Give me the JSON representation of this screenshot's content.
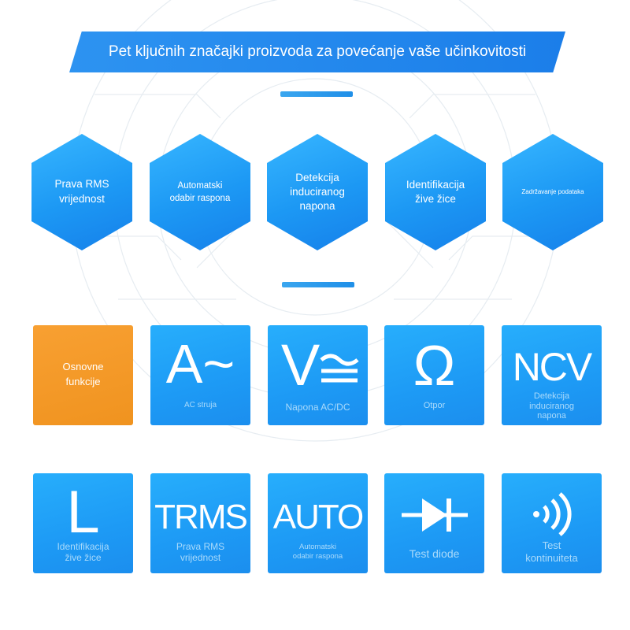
{
  "banner": {
    "title": "Pet ključnih značajki proizvoda za povećanje vaše učinkovitosti"
  },
  "features": [
    {
      "line1": "Prava RMS",
      "line2": "vrijednost",
      "line3": ""
    },
    {
      "line1": "Automatski",
      "line2": "odabir raspona",
      "line3": ""
    },
    {
      "line1": "Detekcija",
      "line2": "induciranog",
      "line3": "napona"
    },
    {
      "line1": "Identifikacija",
      "line2": "žive žice",
      "line3": ""
    },
    {
      "line1": "Zadržavanje podataka",
      "line2": "",
      "line3": ""
    }
  ],
  "functions": {
    "heading": {
      "line1": "Osnovne",
      "line2": "funkcije"
    },
    "row1": [
      {
        "symbol": "A~",
        "label": "AC struja",
        "icon": "ac-current-symbol"
      },
      {
        "symbol": "V",
        "label": "Napona AC/DC",
        "icon": "ac-dc-voltage-symbol"
      },
      {
        "symbol": "Ω",
        "label": "Otpor",
        "icon": "ohm-symbol"
      },
      {
        "symbol": "NCV",
        "label_line1": "Detekcija",
        "label_line2": "induciranog",
        "label_line3": "napona",
        "icon": "ncv-symbol"
      }
    ],
    "row2": [
      {
        "symbol": "L",
        "label_line1": "Identifikacija",
        "label_line2": "žive žice",
        "icon": "live-wire-symbol"
      },
      {
        "symbol": "TRMS",
        "label_line1": "Prava RMS",
        "label_line2": "vrijednost",
        "icon": "trms-symbol"
      },
      {
        "symbol": "AUTO",
        "label_line1": "Automatski",
        "label_line2": "odabir raspona",
        "icon": "auto-range-symbol"
      },
      {
        "symbol": "",
        "label": "Test diode",
        "icon": "diode-icon"
      },
      {
        "symbol": "",
        "label_line1": "Test",
        "label_line2": "kontinuiteta",
        "icon": "continuity-icon"
      }
    ]
  },
  "colors": {
    "blue": "#1d9af5",
    "orange": "#f0931f",
    "caption": "#a9dafb"
  }
}
